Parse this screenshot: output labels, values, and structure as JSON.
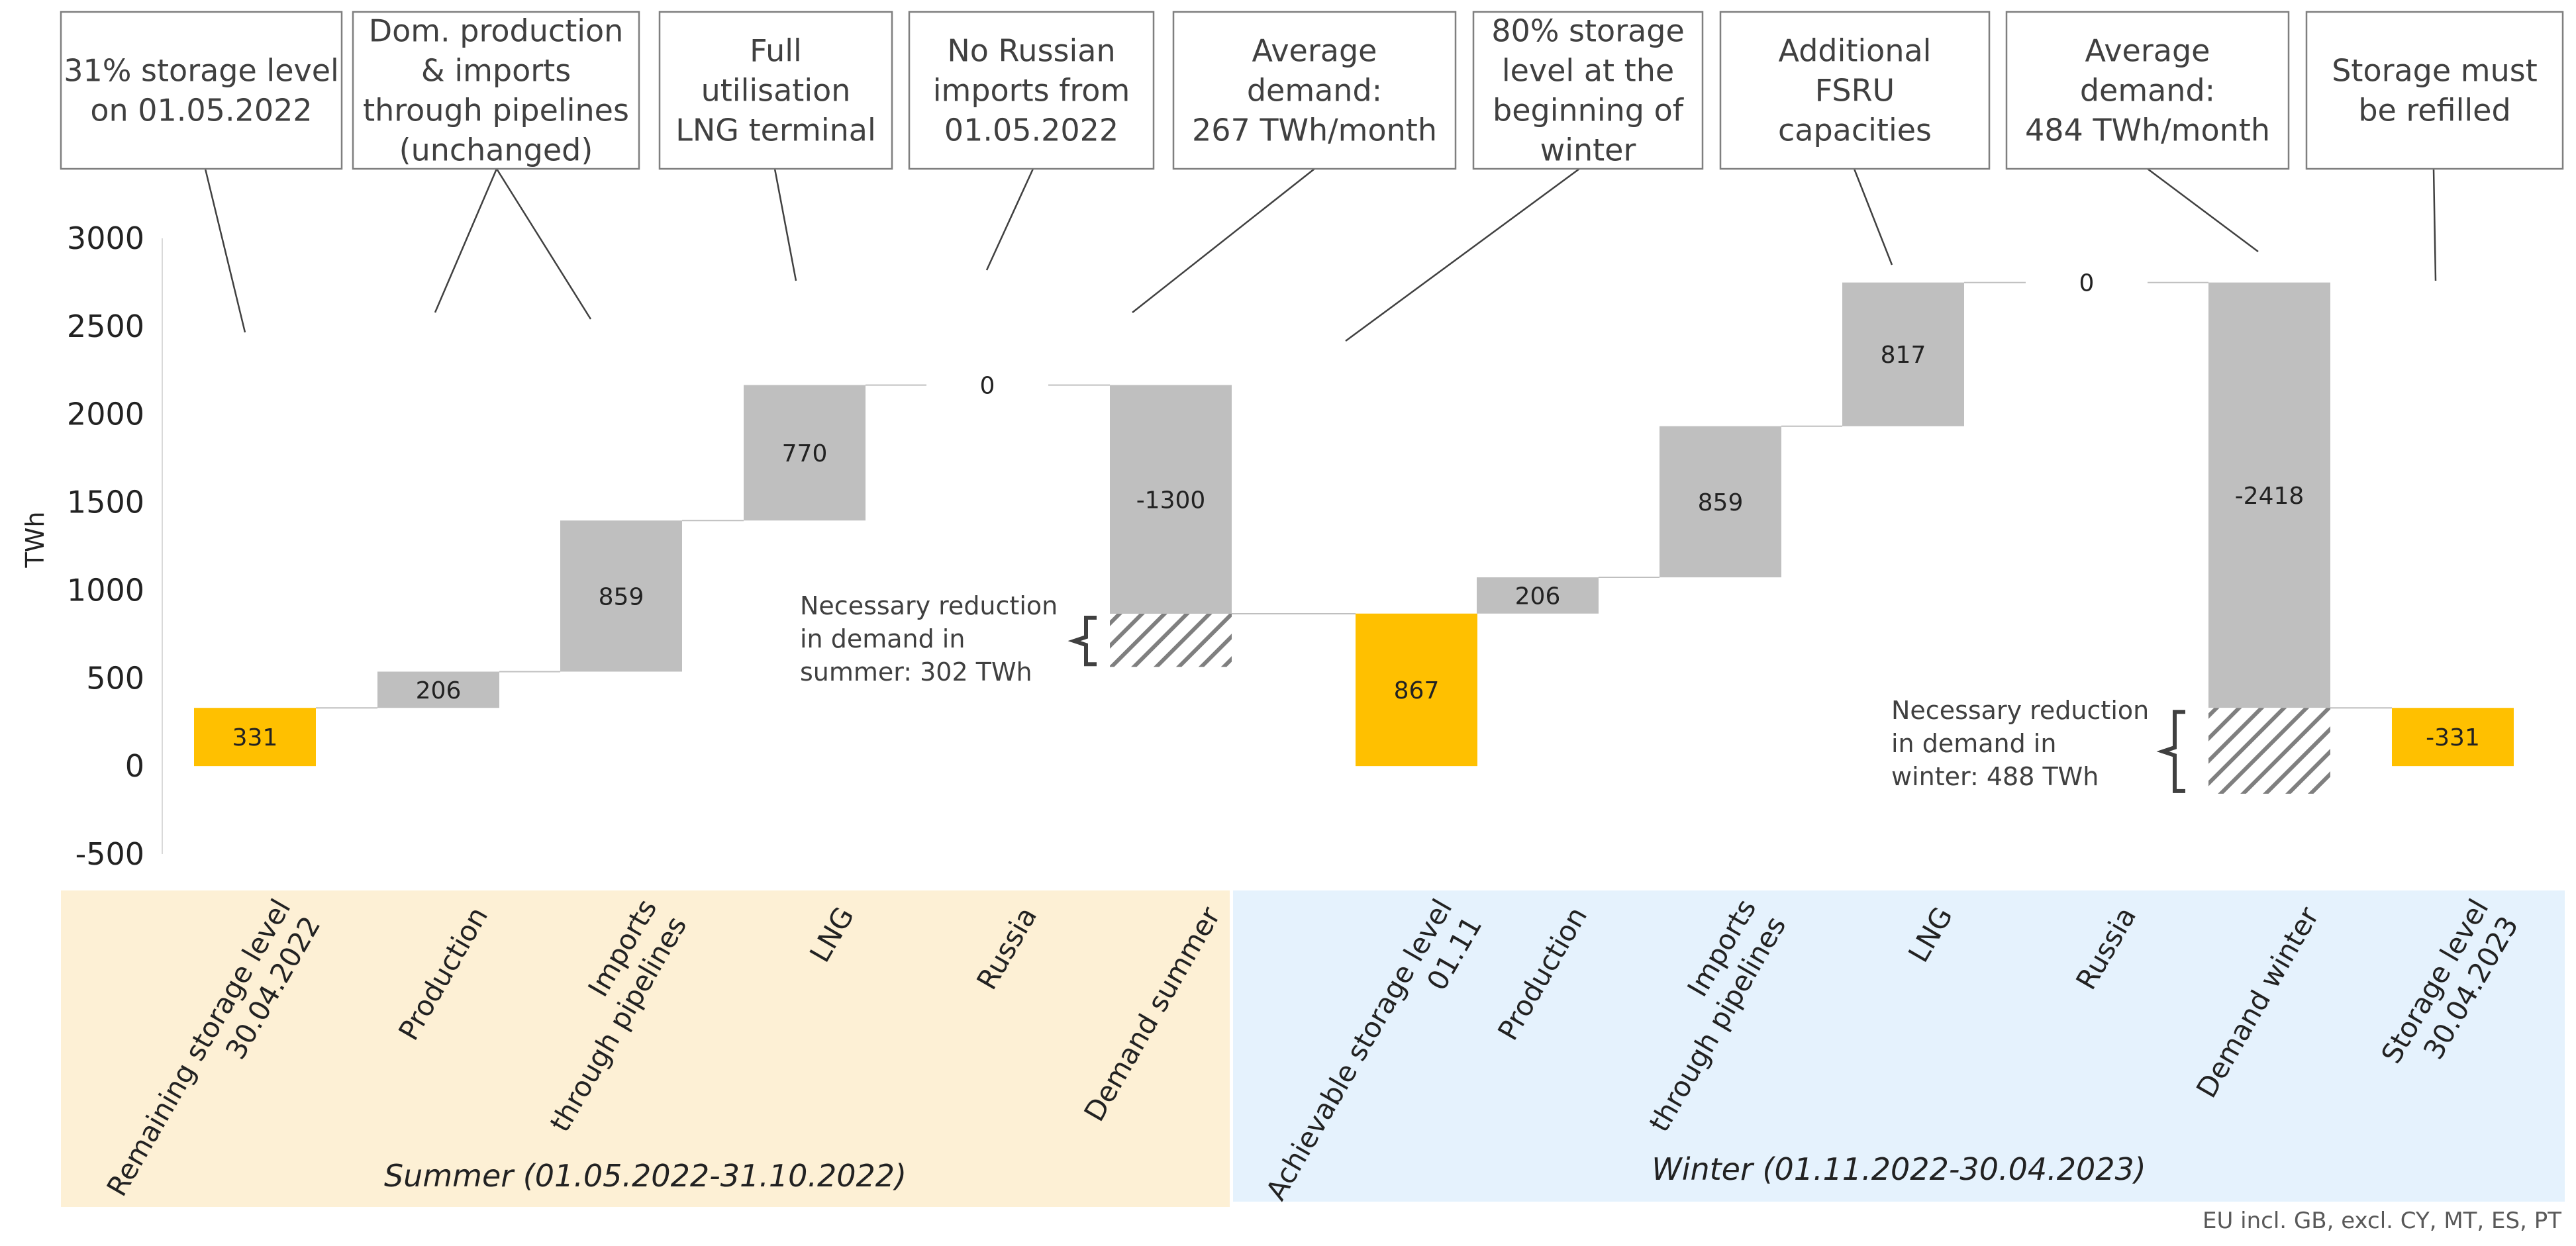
{
  "chart_data": {
    "type": "bar",
    "subtype": "waterfall",
    "ylabel": "TWh",
    "ylim": [
      -500,
      3000
    ],
    "yticks": [
      -500,
      0,
      500,
      1000,
      1500,
      2000,
      2500,
      3000
    ],
    "categories": [
      [
        "Remaining storage level",
        "30.04.2022"
      ],
      [
        "Production"
      ],
      [
        "Imports",
        "through pipelines"
      ],
      [
        "LNG"
      ],
      [
        "Russia"
      ],
      [
        "Demand summer"
      ],
      [
        "Achievable storage level",
        "01.11"
      ],
      [
        "Production"
      ],
      [
        "Imports",
        "through pipelines"
      ],
      [
        "LNG"
      ],
      [
        "Russia"
      ],
      [
        "Demand winter"
      ],
      [
        "Storage level",
        "30.04.2023"
      ]
    ],
    "values": [
      331,
      206,
      859,
      770,
      0,
      -1300,
      867,
      206,
      859,
      817,
      0,
      -2418,
      -331
    ],
    "bar_kinds": [
      "total",
      "delta",
      "delta",
      "delta",
      "delta",
      "delta",
      "total",
      "delta",
      "delta",
      "delta",
      "delta",
      "delta",
      "total"
    ],
    "value_labels": [
      "331",
      "206",
      "859",
      "770",
      "0",
      "-1300",
      "867",
      "206",
      "859",
      "817",
      "0",
      "-2418",
      "-331"
    ],
    "necessary_reductions": [
      {
        "after_category_index": 5,
        "value": 302,
        "lines": [
          "Necessary reduction",
          "in demand in",
          "summer: 302 TWh"
        ]
      },
      {
        "after_category_index": 11,
        "value": 488,
        "lines": [
          "Necessary reduction",
          "in demand in",
          "winter: 488 TWh"
        ]
      }
    ],
    "callouts": [
      {
        "category_index": 0,
        "lines": [
          "31% storage level",
          "on 01.05.2022"
        ]
      },
      {
        "category_index": [
          1,
          2
        ],
        "lines": [
          "Dom. production",
          "& imports",
          "through pipelines",
          "(unchanged)"
        ]
      },
      {
        "category_index": 3,
        "lines": [
          "Full",
          "utilisation",
          "LNG terminal"
        ]
      },
      {
        "category_index": 4,
        "lines": [
          "No Russian",
          "imports from",
          "01.05.2022"
        ]
      },
      {
        "category_index": 5,
        "lines": [
          "Average",
          "demand:",
          "267 TWh/month"
        ]
      },
      {
        "category_index": 6,
        "lines": [
          "80% storage",
          "level at the",
          "beginning of",
          "winter"
        ]
      },
      {
        "category_index": 9,
        "lines": [
          "Additional",
          "FSRU",
          "capacities"
        ]
      },
      {
        "category_index": 11,
        "lines": [
          "Average",
          "demand:",
          "484 TWh/month"
        ]
      },
      {
        "category_index": 12,
        "lines": [
          "Storage must",
          "be refilled"
        ]
      }
    ],
    "periods": [
      {
        "label": "Summer (01.05.2022-31.10.2022)",
        "color": "#fdf0d5"
      },
      {
        "label": "Winter (01.11.2022-30.04.2023)",
        "color": "#e5f2fd"
      }
    ],
    "source_note": "EU incl. GB, excl. CY, MT, ES, PT",
    "colors": {
      "total": "#ffc000",
      "delta": "#bfbfbf",
      "hatch": "#7f7f7f"
    },
    "grid": false
  }
}
